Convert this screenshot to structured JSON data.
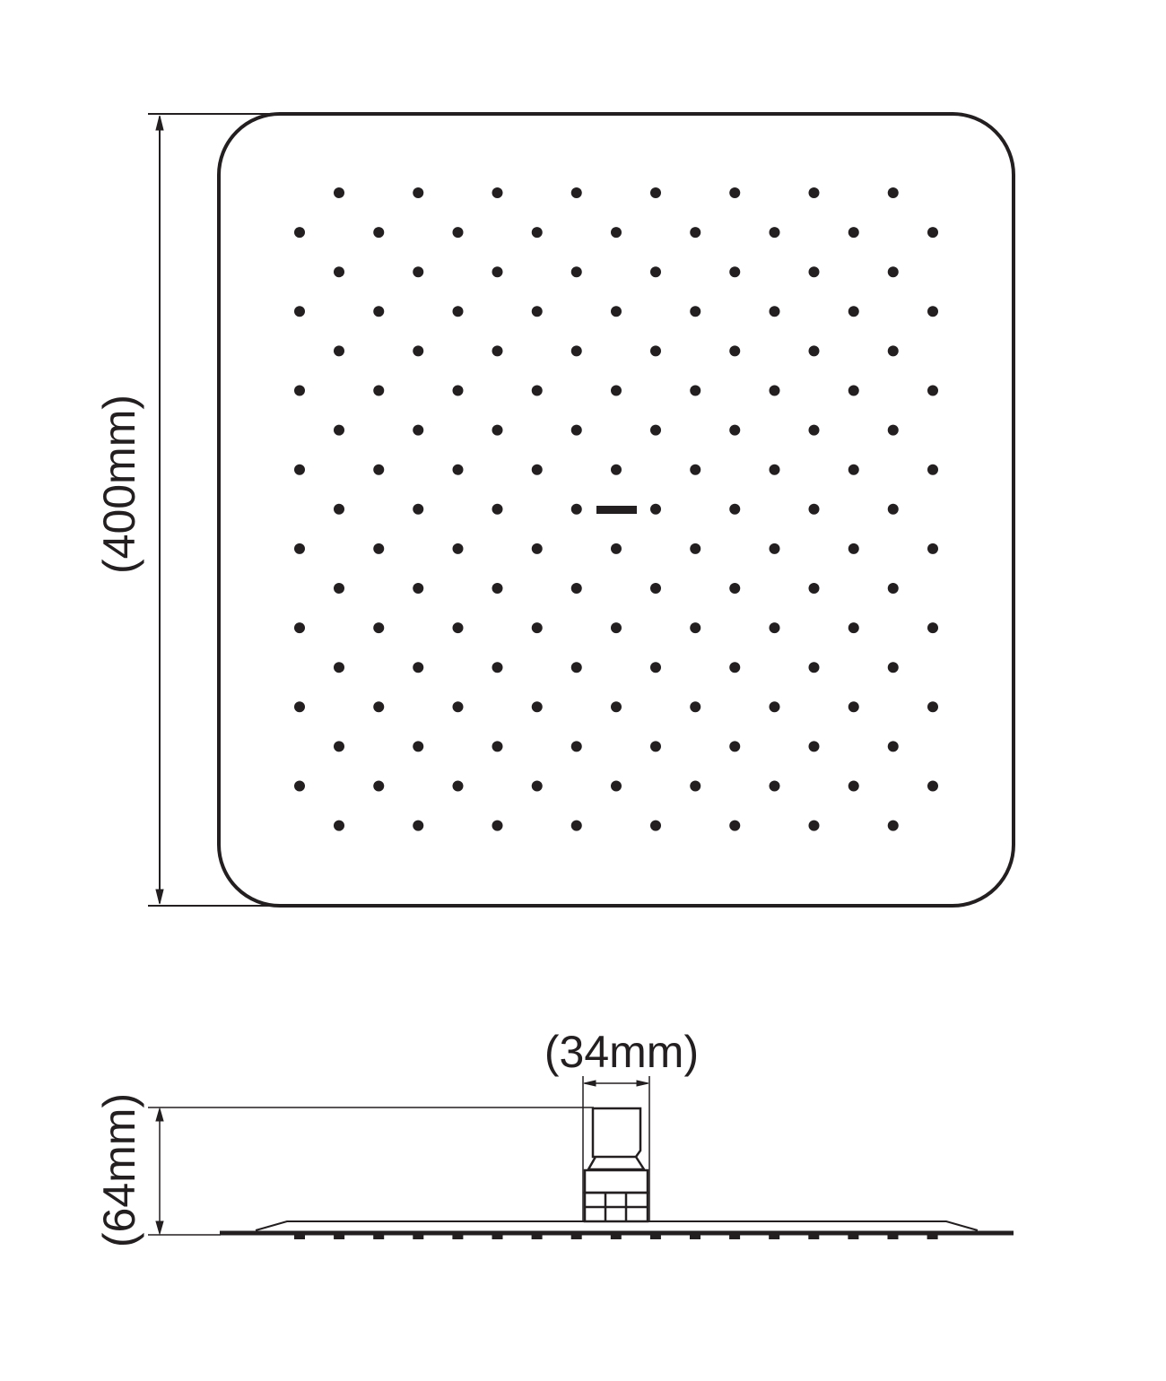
{
  "top_view": {
    "height_label": "(400mm)",
    "nozzle_grid": {
      "rows": 17,
      "long_row_count": 9,
      "short_row_count": 8
    }
  },
  "side_view": {
    "height_label": "(64mm)",
    "connector_width_label": "(34mm)",
    "bottom_nozzle_count": 17
  },
  "colors": {
    "line": "#231f20"
  }
}
